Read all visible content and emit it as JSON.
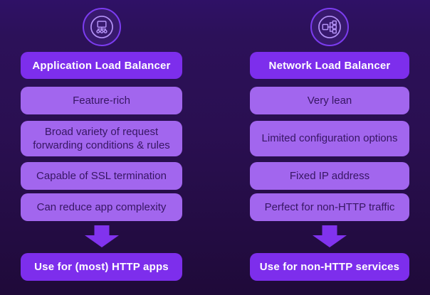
{
  "slide": {
    "kind": "load-balancer-comparison"
  },
  "colors": {
    "background_top": "#2f1166",
    "background_bottom": "#1f0a39",
    "accent_purple": "#7d2eec",
    "light_purple_box": "#a266ee",
    "dark_text_on_light": "#371663",
    "white_text": "#ffffff",
    "icon_ring": "#7c3cf0",
    "icon_glyph": "#b593f7",
    "arrow": "#8133ee"
  },
  "columns": [
    {
      "icon": "server-distribution-icon",
      "header": "Application Load Balancer",
      "items": [
        "Feature-rich",
        "Broad variety of request forwarding conditions & rules",
        "Capable of SSL termination",
        "Can reduce app complexity"
      ],
      "arrow_icon": "down-arrow-icon",
      "action": "Use for (most) HTTP apps"
    },
    {
      "icon": "network-targets-icon",
      "header": "Network Load Balancer",
      "items": [
        "Very lean",
        "Limited configuration options",
        "Fixed IP address",
        "Perfect for non-HTTP traffic"
      ],
      "arrow_icon": "down-arrow-icon",
      "action": "Use for non-HTTP services"
    }
  ]
}
